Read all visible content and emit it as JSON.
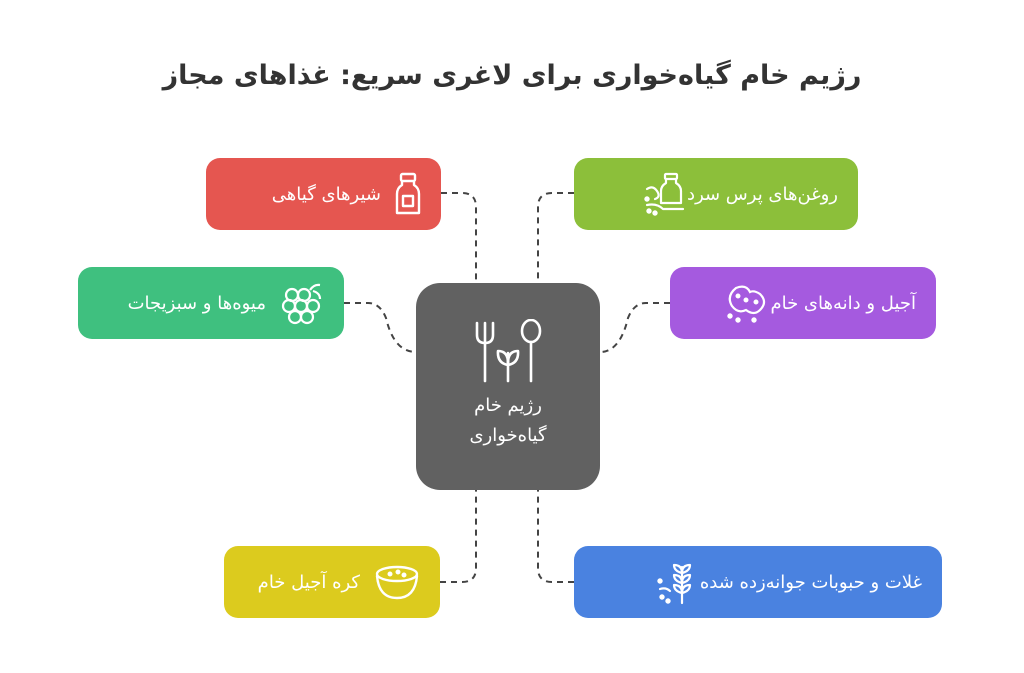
{
  "title": "رژیم خام گیاه‌خواری برای لاغری سریع: غذاهای مجاز",
  "center": {
    "label_line1": "رژیم خام",
    "label_line2": "گیاه‌خواری",
    "icon": "utensils-leaf-icon"
  },
  "nodes": {
    "milk": {
      "label": "شیرهای گیاهی",
      "icon": "bottle-icon",
      "color": "#e55650"
    },
    "fruit": {
      "label": "میوه‌ها و سبزیجات",
      "icon": "grapes-icon",
      "color": "#3fc07f"
    },
    "butter": {
      "label": "کره آجیل خام",
      "icon": "bowl-icon",
      "color": "#dccb1e"
    },
    "oil": {
      "label": "روغن‌های پرس سرد",
      "icon": "oil-press-icon",
      "color": "#8cbf3a"
    },
    "nuts": {
      "label": "آجیل و دانه‌های خام",
      "icon": "peanut-icon",
      "color": "#a55adf"
    },
    "grain": {
      "label": "غلات و حبوبات جوانه‌زده شده",
      "icon": "wheat-icon",
      "color": "#4a82e0"
    }
  }
}
